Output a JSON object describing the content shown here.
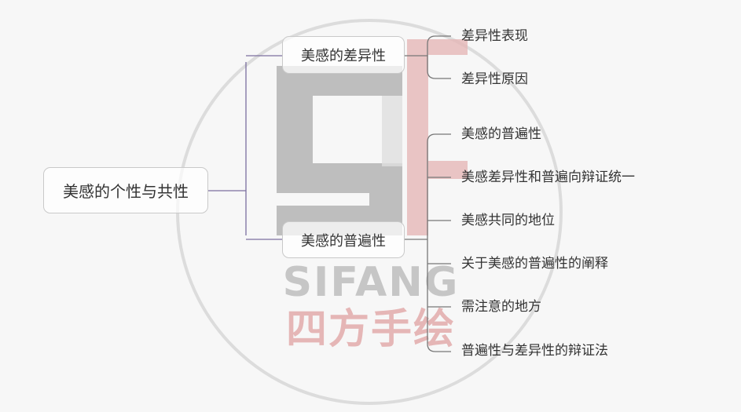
{
  "mindmap": {
    "root": "美感的个性与共性",
    "branches": [
      {
        "label": "美感的差异性",
        "children": [
          "差异性表现",
          "差异性原因"
        ]
      },
      {
        "label": "美感的普遍性",
        "children": [
          "美感的普遍性",
          "美感差异性和普遍向辩证统一",
          "美感共同的地位",
          "关于美感的普遍性的阐释",
          "需注意的地方",
          "普遍性与差异性的辩证法"
        ]
      }
    ]
  },
  "watermark": {
    "latin": "SIFANG",
    "chinese": "四方手绘"
  },
  "colors": {
    "background": "#f7f7f7",
    "root_connector": "#7b6fa0",
    "branch_connector": "#777777",
    "watermark_gray": "#b4b4b4",
    "watermark_red": "#e5b6b6"
  }
}
